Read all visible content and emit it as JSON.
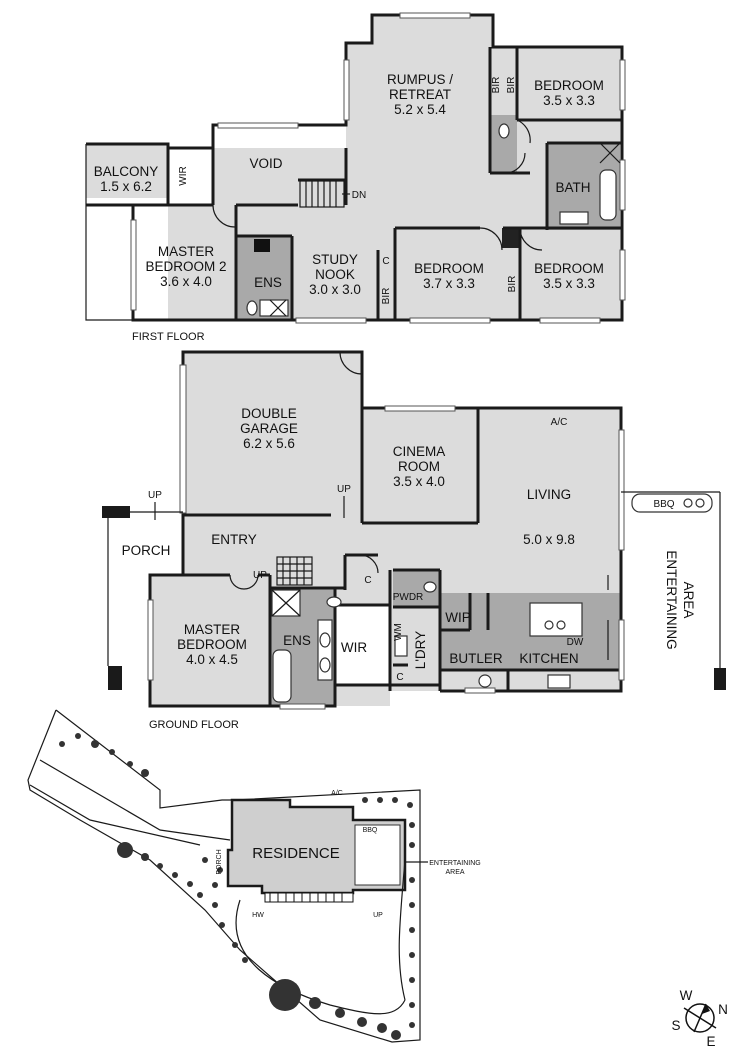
{
  "first_floor": {
    "label": "FIRST FLOOR",
    "rooms": {
      "rumpus": {
        "name1": "RUMPUS /",
        "name2": "RETREAT",
        "dims": "5.2 x 5.4"
      },
      "bedroom_ne": {
        "name": "BEDROOM",
        "dims": "3.5 x 3.3"
      },
      "balcony": {
        "name": "BALCONY",
        "dims": "1.5 x 6.2"
      },
      "void": {
        "name": "VOID"
      },
      "bath": {
        "name": "BATH"
      },
      "master2": {
        "name1": "MASTER",
        "name2": "BEDROOM 2",
        "dims": "3.6 x 4.0"
      },
      "study": {
        "name1": "STUDY",
        "name2": "NOOK",
        "dims": "3.0 x 3.0"
      },
      "bedroom_mid": {
        "name": "BEDROOM",
        "dims": "3.7 x 3.3"
      },
      "bedroom_se": {
        "name": "BEDROOM",
        "dims": "3.5 x 3.3"
      },
      "ens": {
        "name": "ENS"
      }
    },
    "tags": {
      "wir": "WIR",
      "bir": "BIR",
      "c": "C",
      "dn": "DN"
    }
  },
  "ground_floor": {
    "label": "GROUND FLOOR",
    "rooms": {
      "garage": {
        "name1": "DOUBLE",
        "name2": "GARAGE",
        "dims": "6.2 x 5.6"
      },
      "cinema": {
        "name1": "CINEMA",
        "name2": "ROOM",
        "dims": "3.5 x 4.0"
      },
      "living": {
        "name": "LIVING",
        "dims": "5.0 x 9.8"
      },
      "porch": {
        "name": "PORCH"
      },
      "entry": {
        "name": "ENTRY"
      },
      "master": {
        "name1": "MASTER",
        "name2": "BEDROOM",
        "dims": "4.0 x 4.5"
      },
      "ens": {
        "name": "ENS"
      },
      "wir": {
        "name": "WIR"
      },
      "pwdr": {
        "name": "PWDR"
      },
      "wip": {
        "name": "WIP"
      },
      "ldry": {
        "name": "L'DRY"
      },
      "butler": {
        "name": "BUTLER"
      },
      "kitchen": {
        "name": "KITCHEN"
      },
      "entertaining": {
        "name1": "ENTERTAINING",
        "name2": "AREA"
      }
    },
    "tags": {
      "up": "UP",
      "ac": "A/C",
      "bbq": "BBQ",
      "c": "C",
      "wm": "WM",
      "dw": "DW"
    }
  },
  "site_plan": {
    "residence": "RESIDENCE",
    "porch": "PORCH",
    "entertaining1": "ENTERTAINING",
    "entertaining2": "AREA",
    "bbq": "BBQ",
    "ac": "A/C",
    "hw": "HW",
    "up": "UP"
  },
  "compass": {
    "n": "N",
    "s": "S",
    "e": "E",
    "w": "W"
  }
}
